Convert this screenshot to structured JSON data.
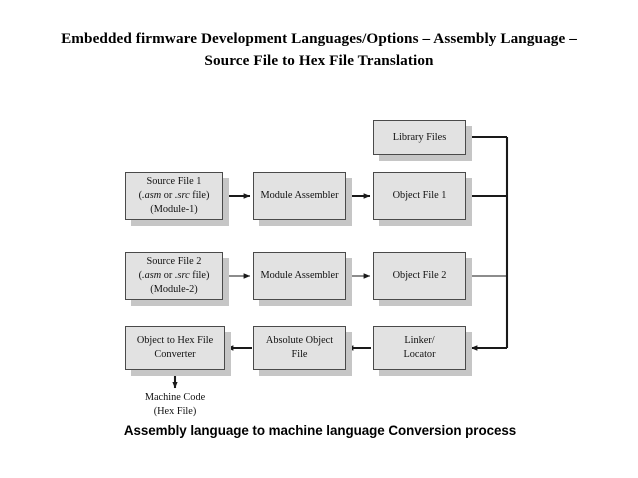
{
  "title": {
    "line1": "Embedded firmware Development Languages/Options – Assembly Language –",
    "line2": "Source File to Hex File Translation"
  },
  "caption": "Assembly language to machine language Conversion process",
  "colors": {
    "background": "#ffffff",
    "box_fill": "#e2e2e2",
    "box_border": "#4a4a4a",
    "box_shadow": "#c6c6c6",
    "connector": "#1a1a1a",
    "text": "#111111"
  },
  "diagram": {
    "type": "flowchart",
    "nodes": [
      {
        "id": "library-files",
        "label": "Library Files",
        "lines": [
          "Library Files"
        ]
      },
      {
        "id": "source-file-1",
        "label": "Source File 1 (.asm or .src file) (Module-1)",
        "lines": [
          "Source File 1",
          "(.asm or .src file)",
          "(Module-1)"
        ],
        "line2_parts": {
          "pre": "(",
          "italic1": ".asm",
          "mid": " or ",
          "italic2": ".src",
          "post": " file)"
        }
      },
      {
        "id": "module-assembler-1",
        "label": "Module Assembler",
        "lines": [
          "Module Assembler"
        ]
      },
      {
        "id": "object-file-1",
        "label": "Object File 1",
        "lines": [
          "Object File 1"
        ]
      },
      {
        "id": "source-file-2",
        "label": "Source File 2 (.asm or .src file) (Module-2)",
        "lines": [
          "Source File 2",
          "(.asm or .src file)",
          "(Module-2)"
        ],
        "line2_parts": {
          "pre": "(",
          "italic1": ".asm",
          "mid": " or ",
          "italic2": ".src",
          "post": " file)"
        }
      },
      {
        "id": "module-assembler-2",
        "label": "Module Assembler",
        "lines": [
          "Module Assembler"
        ]
      },
      {
        "id": "object-file-2",
        "label": "Object File 2",
        "lines": [
          "Object File 2"
        ]
      },
      {
        "id": "object-to-hex-converter",
        "label": "Object to Hex File Converter",
        "lines": [
          "Object to Hex File",
          "Converter"
        ]
      },
      {
        "id": "absolute-object-file",
        "label": "Absolute Object File",
        "lines": [
          "Absolute Object File"
        ]
      },
      {
        "id": "linker-locator",
        "label": "Linker/ Locator",
        "lines": [
          "Linker/",
          "Locator"
        ]
      }
    ],
    "terminal_text": {
      "id": "machine-code",
      "lines": [
        "Machine Code",
        "(Hex File)"
      ]
    },
    "edges": [
      {
        "from": "source-file-1",
        "to": "module-assembler-1",
        "direction": "right"
      },
      {
        "from": "module-assembler-1",
        "to": "object-file-1",
        "direction": "right"
      },
      {
        "from": "source-file-2",
        "to": "module-assembler-2",
        "direction": "right"
      },
      {
        "from": "module-assembler-2",
        "to": "object-file-2",
        "direction": "right"
      },
      {
        "from": "library-files",
        "to": "linker-locator",
        "direction": "bus-right"
      },
      {
        "from": "object-file-1",
        "to": "linker-locator",
        "direction": "bus-right"
      },
      {
        "from": "object-file-2",
        "to": "linker-locator",
        "direction": "bus-right"
      },
      {
        "from": "linker-locator",
        "to": "absolute-object-file",
        "direction": "left"
      },
      {
        "from": "absolute-object-file",
        "to": "object-to-hex-converter",
        "direction": "left"
      },
      {
        "from": "object-to-hex-converter",
        "to": "machine-code",
        "direction": "down"
      }
    ]
  }
}
